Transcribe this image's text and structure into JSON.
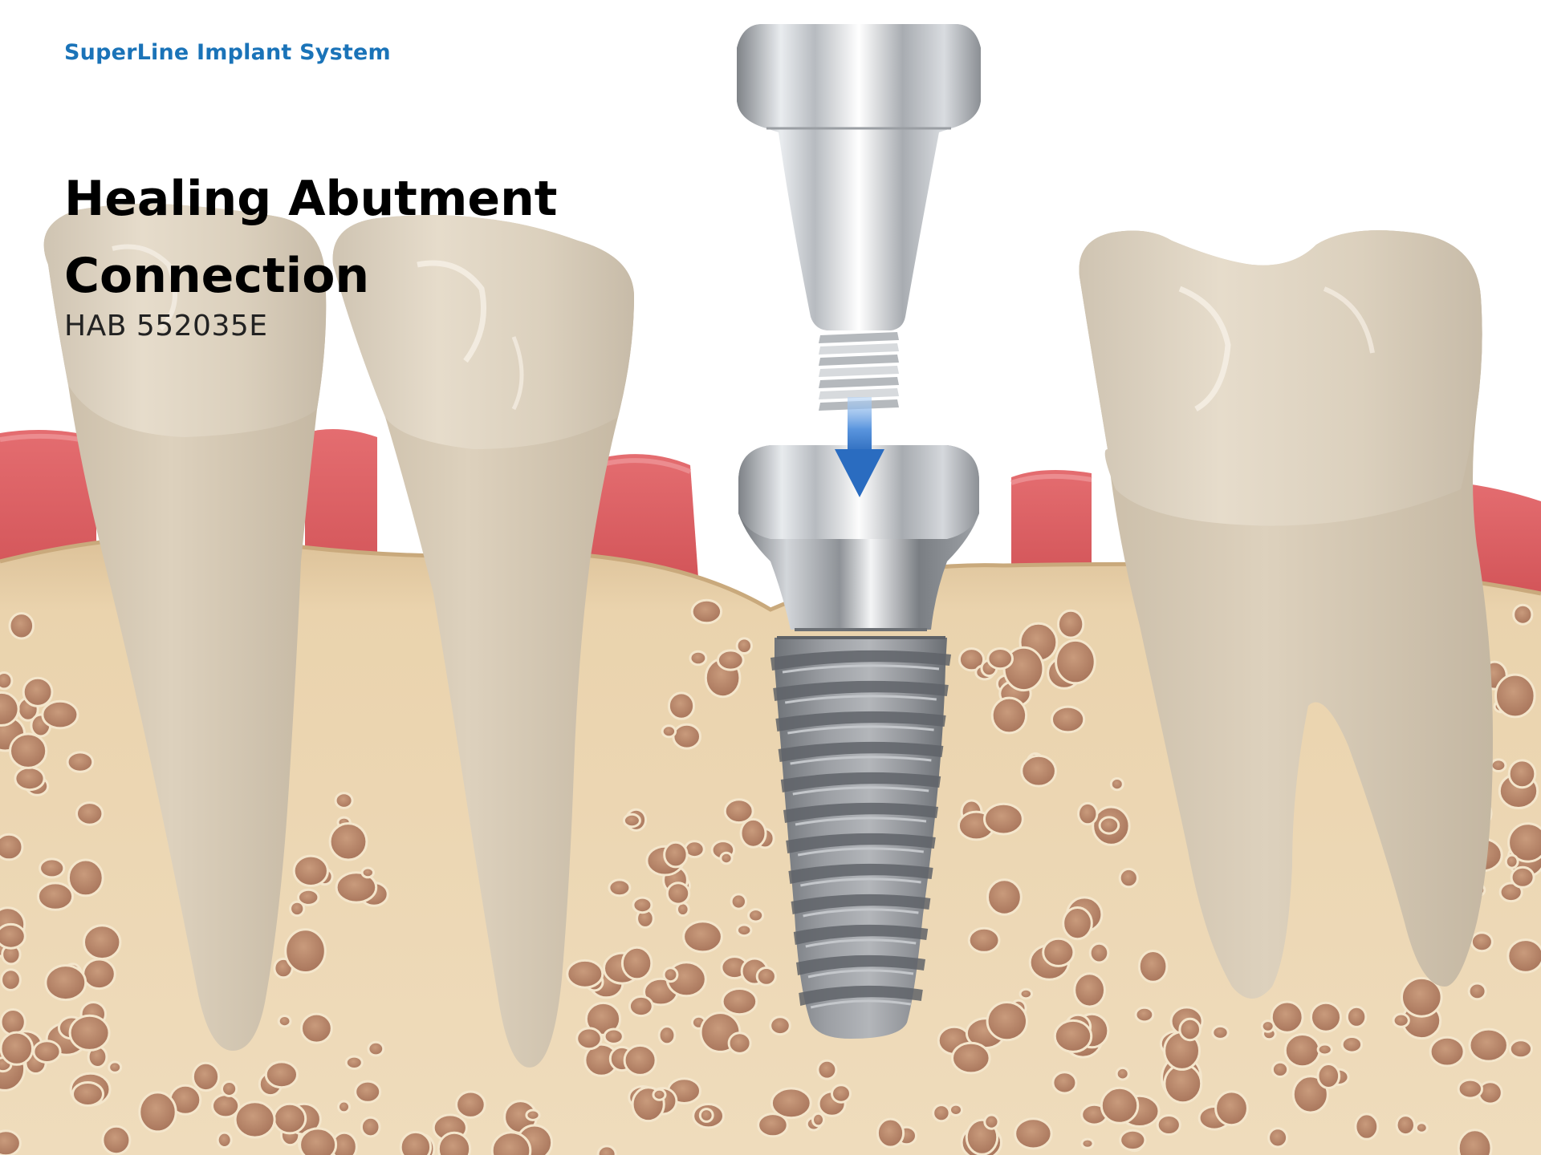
{
  "brand": "SuperLine Implant System",
  "heading": {
    "line1": "Healing Abutment",
    "line2": "Connection"
  },
  "product_code": "HAB 552035E",
  "illustration": {
    "elements": [
      "gingiva",
      "cancellous-bone",
      "natural-tooth-left-1",
      "natural-tooth-left-2",
      "molar-right",
      "dental-implant",
      "healing-abutment",
      "insertion-arrow"
    ],
    "colors": {
      "brand_blue": "#1a73b8",
      "gum": "#d95f63",
      "bone": "#ead3ad",
      "bone_pore": "#bd8c6f",
      "tooth": "#ddd2c0",
      "implant": "#8e9197",
      "arrow": "#3a78c8"
    }
  }
}
